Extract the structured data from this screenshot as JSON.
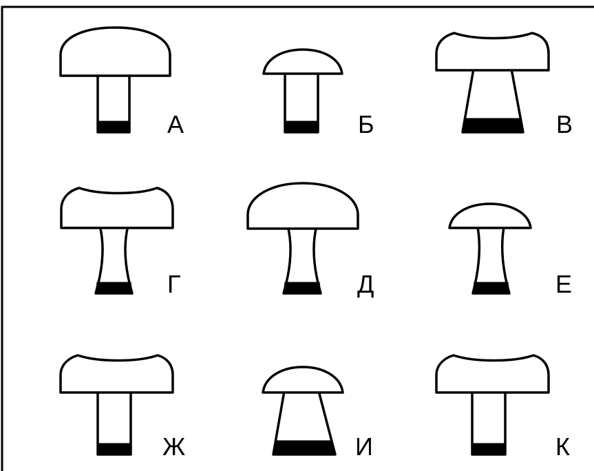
{
  "figures": [
    {
      "letter": "А",
      "cap": "dome",
      "stem": "straight"
    },
    {
      "letter": "Б",
      "cap": "dome",
      "stem": "straight"
    },
    {
      "letter": "В",
      "cap": "concave",
      "stem": "widening"
    },
    {
      "letter": "Г",
      "cap": "concave",
      "stem": "waisted"
    },
    {
      "letter": "Д",
      "cap": "dome",
      "stem": "waisted"
    },
    {
      "letter": "Е",
      "cap": "dome",
      "stem": "waisted"
    },
    {
      "letter": "Ж",
      "cap": "concave",
      "stem": "straight"
    },
    {
      "letter": "И",
      "cap": "dome",
      "stem": "widening"
    },
    {
      "letter": "К",
      "cap": "concave",
      "stem": "straight"
    }
  ],
  "colors": {
    "outline": "#000000",
    "fill": "#ffffff",
    "base": "#000000"
  }
}
